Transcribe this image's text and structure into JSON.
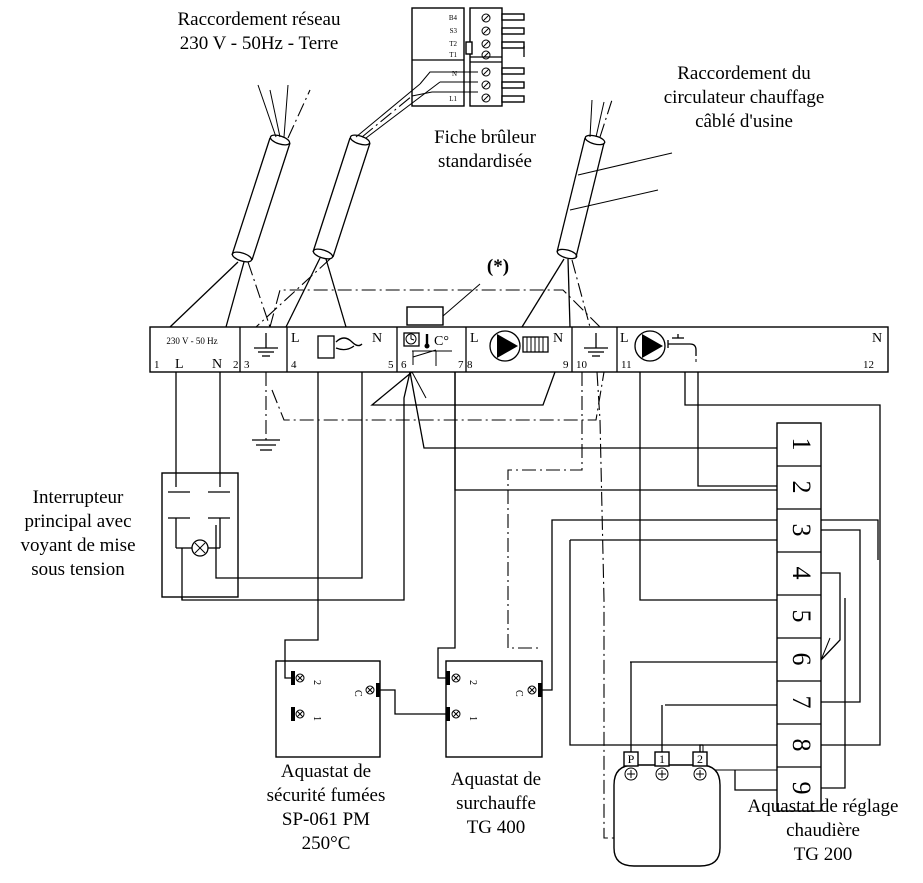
{
  "labels": {
    "network": [
      "Raccordement réseau",
      "230 V - 50Hz - Terre"
    ],
    "burner_plug": [
      "Fiche brûleur",
      "standardisée"
    ],
    "circulator": [
      "Raccordement du",
      "circulateur chauffage",
      "câblé d'usine"
    ],
    "note": "(*)",
    "main_switch": [
      "Interrupteur",
      "principal avec",
      "voyant de mise",
      "sous tension"
    ],
    "aquastat_fumes": [
      "Aquastat de",
      "sécurité fumées",
      "SP-061 PM",
      "250°C"
    ],
    "aquastat_overheat": [
      "Aquastat de",
      "surchauffe",
      "TG 400"
    ],
    "aquastat_boiler": [
      "Aquastat de réglage",
      "chaudière",
      "TG 200"
    ]
  },
  "terminal_block": {
    "supply_label": "230 V - 50 Hz",
    "numbers": [
      "1",
      "2",
      "3",
      "4",
      "5",
      "6",
      "7",
      "8",
      "9",
      "10",
      "11",
      "12"
    ],
    "L": "L",
    "N": "N",
    "degree_c": "C°"
  },
  "burner_plug_pins": [
    "B4",
    "S3",
    "T2",
    "T1",
    "N",
    "L1"
  ],
  "boiler_strip": [
    "1",
    "2",
    "3",
    "4",
    "5",
    "6",
    "7",
    "8",
    "9"
  ],
  "aquastat_terminals": {
    "c": "C",
    "one": "1",
    "two": "2"
  },
  "boiler_aquastat_terminals": [
    "P",
    "1",
    "2"
  ]
}
